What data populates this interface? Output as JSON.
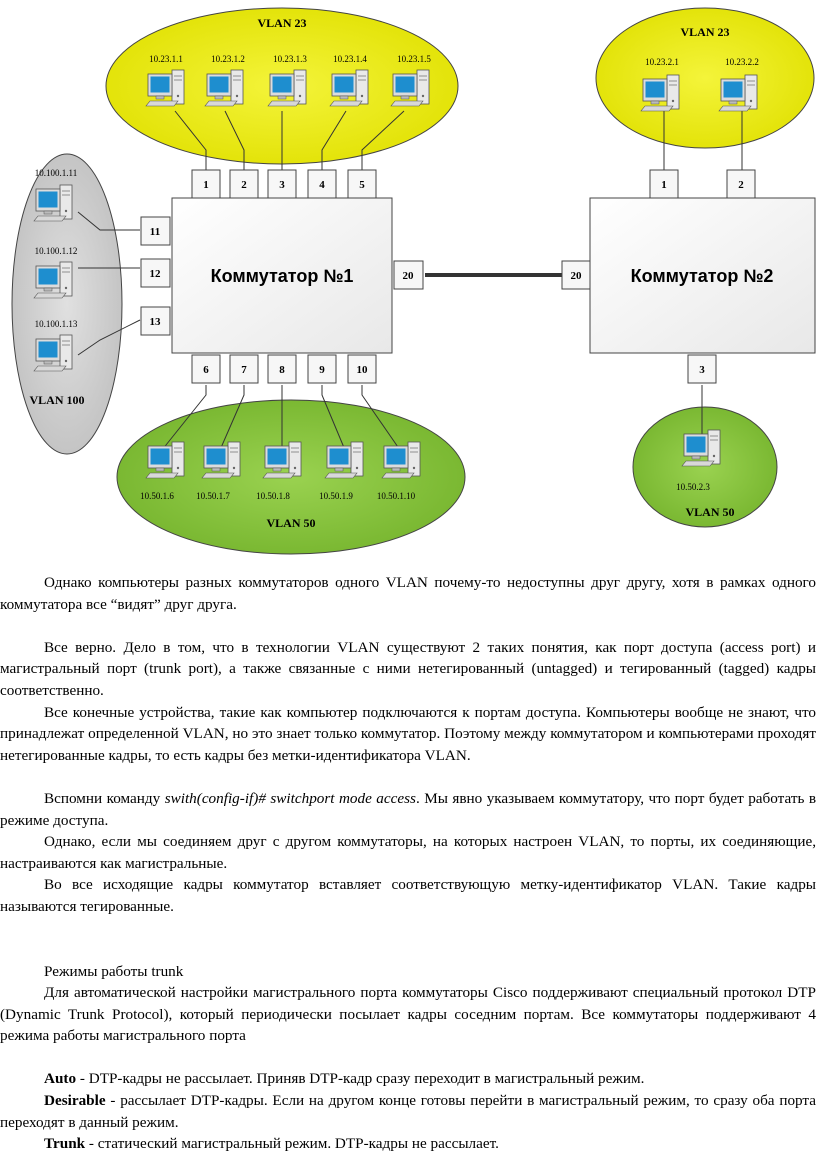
{
  "diagram": {
    "switch1_label": "Коммутатор №1",
    "switch2_label": "Коммутатор №2",
    "switch1_ports_top": [
      "1",
      "2",
      "3",
      "4",
      "5"
    ],
    "switch1_ports_bottom": [
      "6",
      "7",
      "8",
      "9",
      "10"
    ],
    "switch1_ports_left": [
      "11",
      "12",
      "13"
    ],
    "switch1_port_right": "20",
    "switch2_ports_top": [
      "1",
      "2"
    ],
    "switch2_port_left": "20",
    "switch2_port_bottom": "3",
    "vlan23_left": {
      "label": "VLAN 23",
      "hosts": [
        "10.23.1.1",
        "10.23.1.2",
        "10.23.1.3",
        "10.23.1.4",
        "10.23.1.5"
      ],
      "color": "#eaea10"
    },
    "vlan23_right": {
      "label": "VLAN 23",
      "hosts": [
        "10.23.2.1",
        "10.23.2.2"
      ],
      "color": "#eaea10"
    },
    "vlan100": {
      "label": "VLAN 100",
      "hosts": [
        "10.100.1.11",
        "10.100.1.12",
        "10.100.1.13"
      ],
      "color": "#cfcfcf"
    },
    "vlan50_left": {
      "label": "VLAN 50",
      "hosts": [
        "10.50.1.6",
        "10.50.1.7",
        "10.50.1.8",
        "10.50.1.9",
        "10.50.1.10"
      ],
      "color": "#86c43c"
    },
    "vlan50_right": {
      "label": "VLAN 50",
      "hosts": [
        "10.50.2.3"
      ],
      "color": "#86c43c"
    }
  },
  "text": {
    "p1": "Однако компьютеры разных коммутаторов одного VLAN почему-то недоступны друг другу, хотя в рамках одного коммутатора все “видят” друг друга.",
    "p2": "Все верно. Дело в том, что в технологии VLAN существуют 2 таких понятия, как порт доступа (access port)  и магистральный порт (trunk port), а также связанные с ними нетегированный (untagged) и тегированный   (tagged)  кадры соответственно.",
    "p3": "Все конечные устройства, такие как компьютер подключаются к портам доступа. Компьютеры вообще не знают, что принадлежат определенной VLAN, но это знает только коммутатор. Поэтому между коммутатором и компьютерами проходят нетегированные кадры, то есть кадры без метки-идентификатора VLAN.",
    "p4_before": "Вспомни команду ",
    "p4_cmd": "swith(config-if)# switchport mode access",
    "p4_after": ". Мы явно указываем коммутатору, что порт будет работать в режиме доступа.",
    "p5": "Однако, если мы соединяем друг с другом коммутаторы, на которых настроен VLAN, то порты, их соединяющие, настраиваются как магистральные.",
    "p6": "Во все исходящие кадры коммутатор вставляет соответствующую метку-идентификатор VLAN. Такие кадры называются тегированные.",
    "h_trunk": "Режимы работы trunk",
    "p7": "Для автоматической настройки магистрального порта коммутаторы Cisco поддерживают специальный протокол DTP (Dynamic Trunk Protocol), который периодически посылает кадры соседним портам. Все коммутаторы поддерживают 4 режима работы магистрального порта",
    "auto_term": "Auto",
    "auto_desc": " - DTP-кадры не рассылает. Приняв DTP-кадр сразу переходит в магистральный режим.",
    "desirable_term": "Desirable",
    "desirable_desc": " - рассылает DTP-кадры. Если на другом конце готовы перейти в магистральный режим, то сразу оба порта переходят в данный режим.",
    "trunk_term": "Trunk",
    "trunk_desc": " - статический магистральный режим. DTP-кадры не рассылает."
  }
}
